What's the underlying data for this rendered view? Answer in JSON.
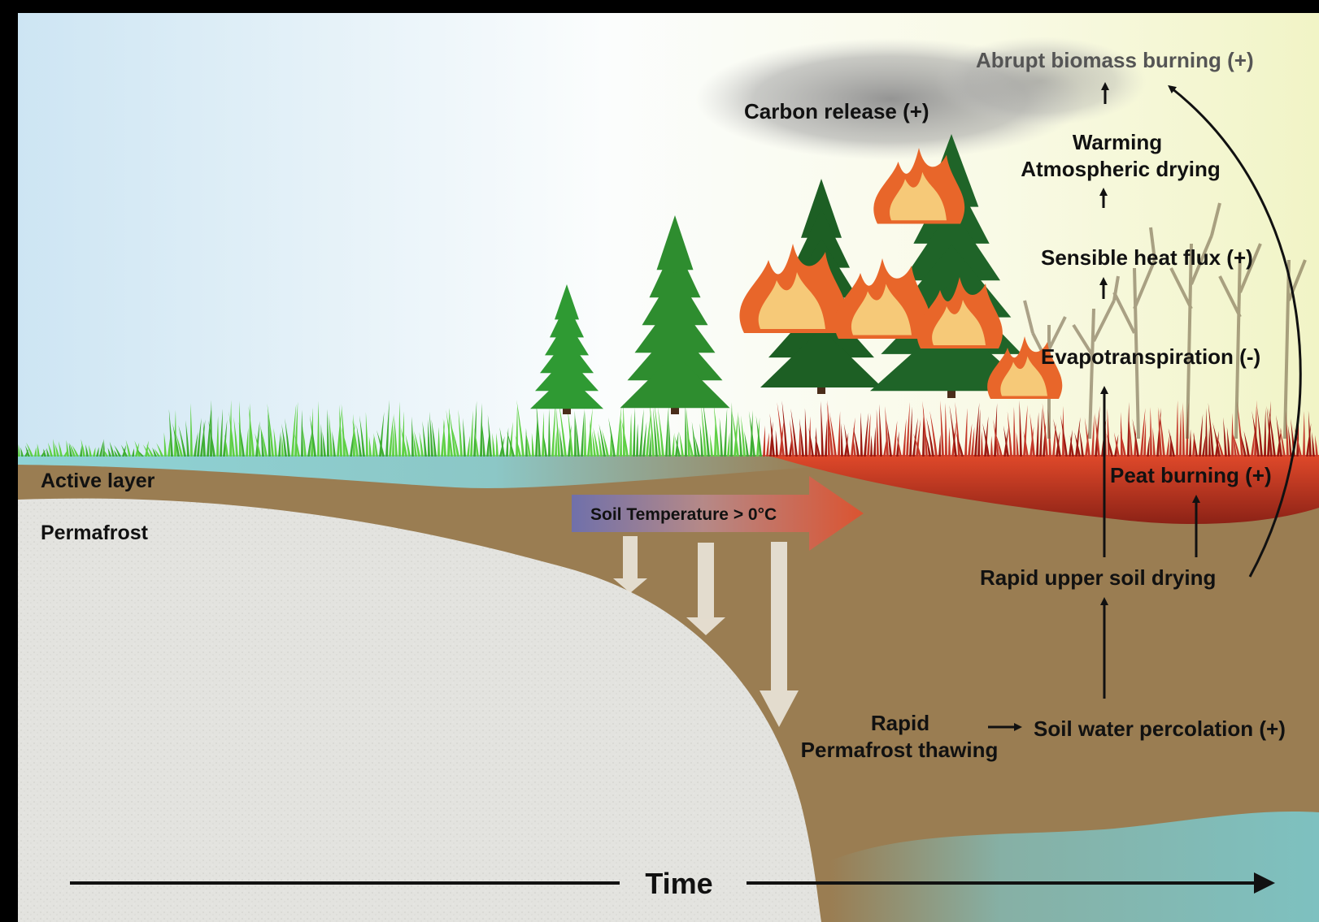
{
  "labels": {
    "active_layer": "Active layer",
    "permafrost": "Permafrost",
    "soil_temperature": "Soil Temperature > 0°C",
    "carbon_release": "Carbon release (+)",
    "abrupt_biomass_burning": "Abrupt biomass burning (+)",
    "warming": "Warming",
    "atmospheric_drying": "Atmospheric drying",
    "sensible_heat_flux": "Sensible heat flux (+)",
    "evapotranspiration": "Evapotranspiration (-)",
    "peat_burning": "Peat burning (+)",
    "rapid_upper_soil_drying": "Rapid upper soil drying",
    "rapid": "Rapid",
    "permafrost_thawing": "Permafrost thawing",
    "soil_water_percolation": "Soil water percolation (+)",
    "time": "Time"
  },
  "colors": {
    "sky_left": "#cfe6f3",
    "sky_right": "#f3f5cf",
    "soil": "#9a7d52",
    "permafrost": "#e4e4e0",
    "water": "#7fc4c2",
    "grass": "#4fc53a",
    "burnt_grass": "#9b1a12",
    "peat_fire": "#c6321d",
    "tree": "#2e8d2f",
    "flame_outer": "#e8662a",
    "flame_inner": "#f6c978",
    "smoke": "#9c9c9c",
    "arrow": "#111111"
  }
}
